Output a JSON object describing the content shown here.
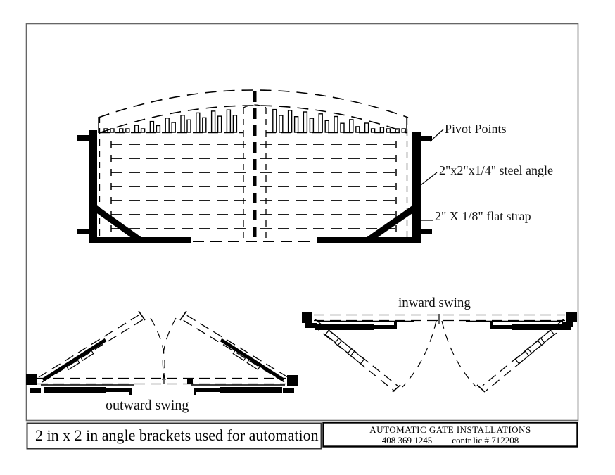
{
  "colors": {
    "ink": "#000000",
    "border": "#666666",
    "background": "#ffffff"
  },
  "elevation_labels": {
    "pivot_points": "Pivot Points",
    "steel_angle": "2\"x2\"x1/4\" steel angle",
    "flat_strap": "2\" X 1/8\" flat strap"
  },
  "swing_labels": {
    "outward": "outward swing",
    "inward": "inward swing"
  },
  "title_block": {
    "description": "2 in x 2 in angle brackets used for automation",
    "company": "AUTOMATIC GATE INSTALLATIONS",
    "phone": "408 369 1245",
    "license": "contr lic # 712208"
  }
}
